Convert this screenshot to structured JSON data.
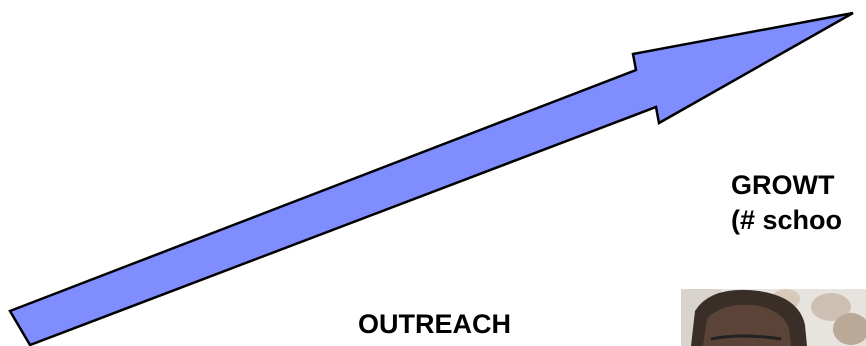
{
  "diagram": {
    "arrow": {
      "fill_color": "#7f8dff",
      "stroke_color": "#000000"
    },
    "growth_label": {
      "line1": "GROWT",
      "line2": "(# schoo"
    },
    "outreach_label": "OUTREACH",
    "photo": {
      "description_icon": "person-photo-icon"
    }
  }
}
